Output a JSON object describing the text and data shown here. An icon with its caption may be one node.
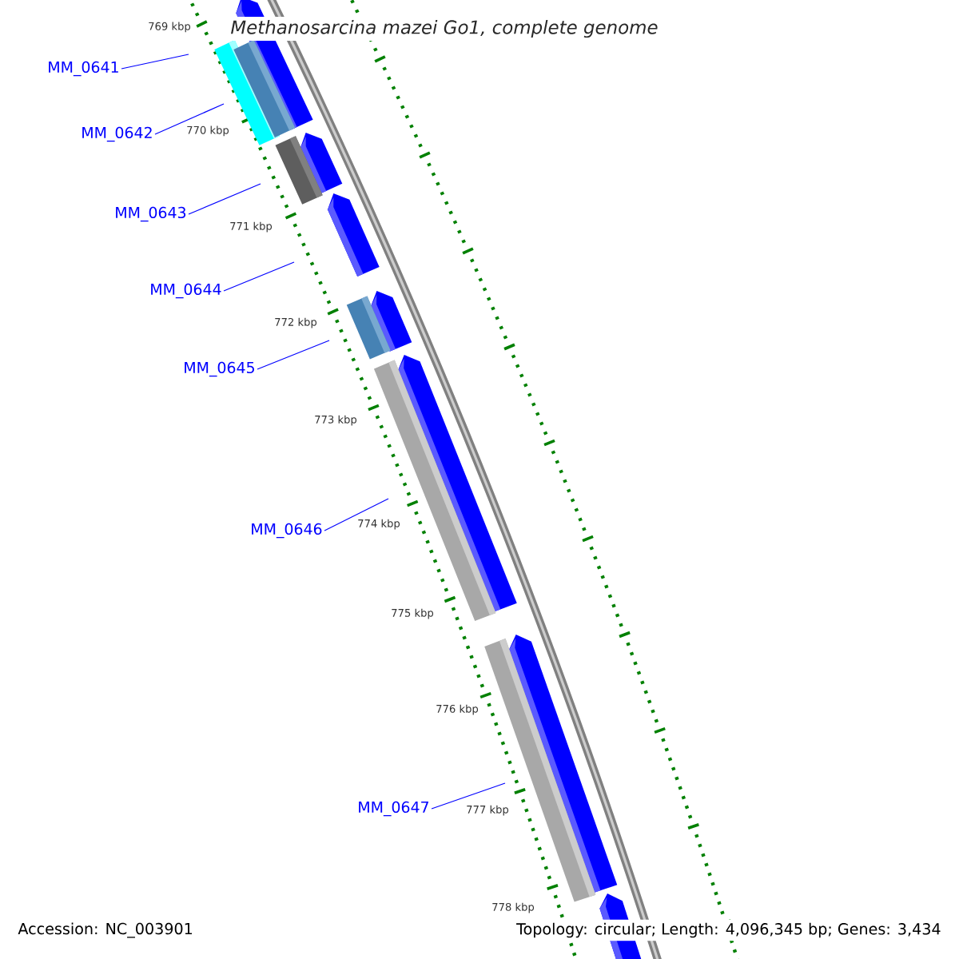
{
  "diagram": {
    "title": "Methanosarcina mazei Go1, complete genome",
    "nodes": [
      {
        "text": [
          "MM_0641"
        ]
      },
      {
        "text": [
          "MM_0642"
        ]
      },
      {
        "text": [
          "MM_0643"
        ]
      },
      {
        "text": [
          "MM_0644"
        ]
      },
      {
        "text": [
          "MM_0645"
        ]
      },
      {
        "text": [
          "MM_0646"
        ]
      },
      {
        "text": [
          "MM_0647"
        ]
      }
    ],
    "edges": [
      {
        "from": 0,
        "to": null,
        "arrow": "none"
      },
      {
        "from": 1,
        "to": null,
        "arrow": "none"
      },
      {
        "from": 2,
        "to": null,
        "arrow": "none"
      },
      {
        "from": 3,
        "to": null,
        "arrow": "none"
      },
      {
        "from": 4,
        "to": null,
        "arrow": "none"
      },
      {
        "from": 5,
        "to": null,
        "arrow": "none"
      },
      {
        "from": 6,
        "to": null,
        "arrow": "none"
      }
    ],
    "labels": [
      "769 kbp",
      "770 kbp",
      "771 kbp",
      "772 kbp",
      "773 kbp",
      "774 kbp",
      "775 kbp",
      "776 kbp",
      "777 kbp",
      "778 kbp",
      "Accession: NC_003901",
      "Topology: circular; Length: 4,096,345 bp; Genes: 3,434"
    ]
  }
}
